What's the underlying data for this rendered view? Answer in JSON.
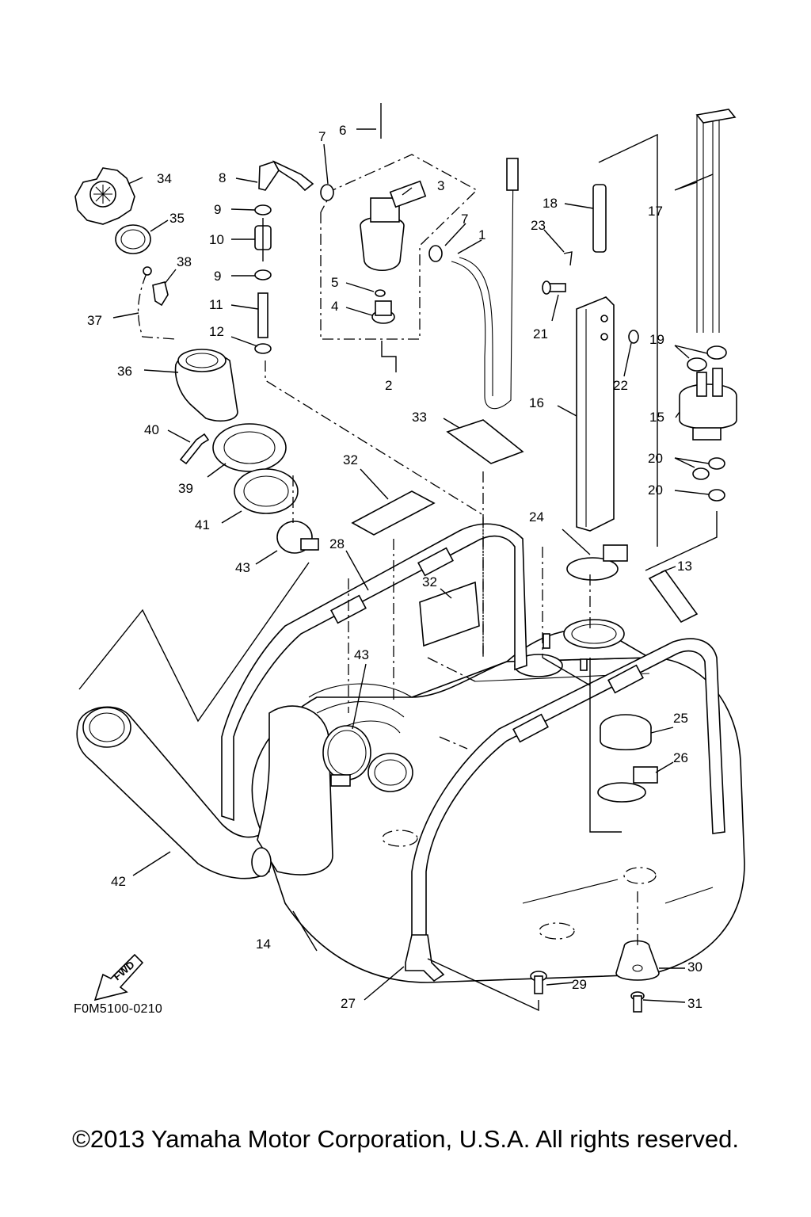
{
  "diagram": {
    "code": "F0M5100-0210",
    "fwd_label": "FWD",
    "callouts": [
      "1",
      "2",
      "3",
      "4",
      "5",
      "6",
      "7",
      "7",
      "8",
      "9",
      "9",
      "10",
      "11",
      "12",
      "13",
      "14",
      "15",
      "16",
      "17",
      "18",
      "19",
      "20",
      "20",
      "21",
      "22",
      "23",
      "24",
      "25",
      "26",
      "27",
      "28",
      "29",
      "30",
      "31",
      "32",
      "32",
      "33",
      "34",
      "35",
      "36",
      "37",
      "38",
      "39",
      "40",
      "41",
      "42",
      "43",
      "43"
    ]
  },
  "footer": {
    "copyright": "©2013 Yamaha Motor Corporation, U.S.A. All rights reserved."
  }
}
